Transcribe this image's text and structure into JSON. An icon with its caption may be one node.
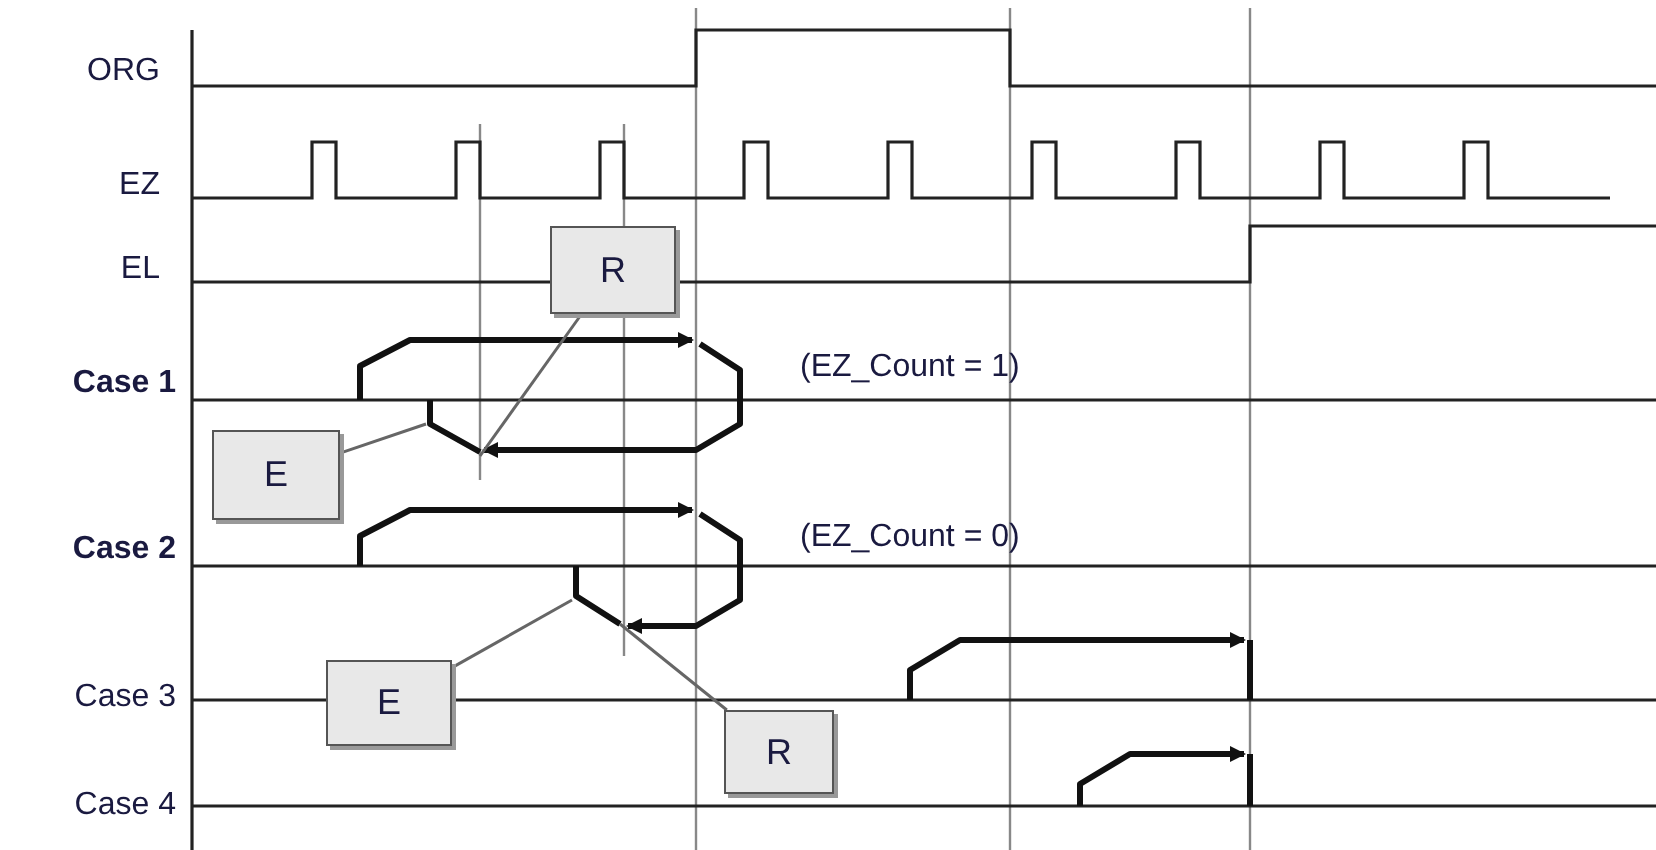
{
  "diagram": {
    "nodes": [
      {
        "text": [
          "R"
        ]
      },
      {
        "text": [
          "E"
        ]
      },
      {
        "text": [
          "E"
        ]
      },
      {
        "text": [
          "R"
        ]
      }
    ],
    "edges": [
      {
        "from": 0,
        "to": null,
        "arrow": "none"
      },
      {
        "from": 1,
        "to": null,
        "arrow": "none"
      },
      {
        "from": 2,
        "to": null,
        "arrow": "none"
      },
      {
        "from": 3,
        "to": null,
        "arrow": "none"
      }
    ],
    "labels": [
      "ORG",
      "EZ",
      "EL",
      "Case 1",
      "(EZ_Count = 1)",
      "Case 2",
      "(EZ_Count = 0)",
      "Case 3",
      "Case 4"
    ]
  }
}
